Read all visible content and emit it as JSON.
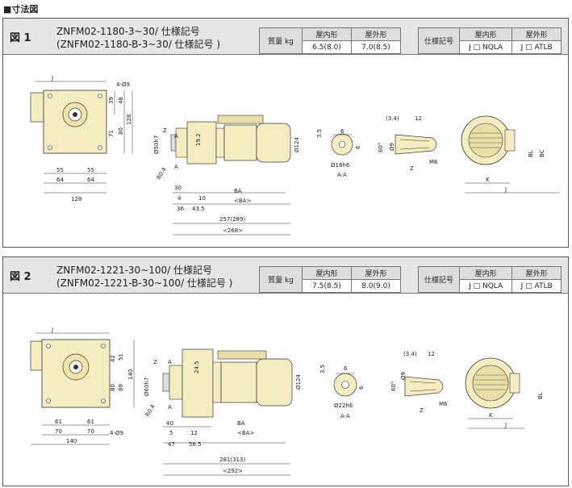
{
  "page_title": "■寸法図",
  "common": {
    "mass_label": "質量 kg",
    "indoor_label": "屋内形",
    "outdoor_label": "屋外形",
    "spec_label": "仕様記号",
    "indoor_code": "J □ NQLA",
    "outdoor_code": "J □ ATLB",
    "section_aa": "A-A",
    "label_a": "A",
    "label_z": "Z"
  },
  "figures": [
    {
      "label": "図 1",
      "model_line1": "ZNFM02-1180-3~30/ 仕様記号",
      "model_line2": "(ZNFM02-1180-B-3~30/ 仕様記号 )",
      "mass_indoor": "6.5(8.0)",
      "mass_outdoor": "7.0(8.5)",
      "dims": {
        "j": "J",
        "hole": "4-Ø9",
        "d39": "39",
        "d48": "48",
        "d128v": "128",
        "d71": "71",
        "d80": "80",
        "d55a": "55",
        "d55b": "55",
        "d64a": "64",
        "d64b": "64",
        "d128h": "128",
        "shaft": "Ø50h7",
        "d192": "19.2",
        "r": "R0.4",
        "d30": "30",
        "d4": "4",
        "d36": "36",
        "d10": "10",
        "d435": "43.5",
        "ba": "BA",
        "ba2": "<BA>",
        "dia124": "Ø124",
        "len1": "257(289)",
        "len2": "<268>",
        "k35": "3.5",
        "k6a": "6",
        "k6b": "6",
        "sh": "Ø18h6",
        "z34": "(3.4)",
        "z12": "12",
        "z60": "60°",
        "z9": "Ø9",
        "m6": "M6",
        "bl": "BL",
        "bc": "BC",
        "k": "K",
        "jj": "J"
      }
    },
    {
      "label": "図 2",
      "model_line1": "ZNFM02-1221-30~100/ 仕様記号",
      "model_line2": "(ZNFM02-1221-B-30~100/ 仕様記号 )",
      "mass_indoor": "7.5(8.5)",
      "mass_outdoor": "8.0(9.0)",
      "dims": {
        "j": "J",
        "hole": "4-Ø9",
        "d42": "42",
        "d51": "51",
        "d140v": "140",
        "d80": "80",
        "d89": "89",
        "d61a": "61",
        "d61b": "61",
        "d70a": "70",
        "d70b": "70",
        "d140h": "140",
        "shaft": "Ø60h7",
        "d245": "24.5",
        "r": "R0.4",
        "d40": "40",
        "d5": "5",
        "d47": "47",
        "d12": "12",
        "d585": "58.5",
        "ba": "BA",
        "ba2": "<BA>",
        "dia124": "Ø124",
        "len1": "281(313)",
        "len2": "<292>",
        "k35": "3.5",
        "k6a": "6",
        "k6b": "6",
        "sh": "Ø22h6",
        "z34": "(3.4)",
        "z12": "12",
        "z60": "60°",
        "z9": "Ø9",
        "m6": "M6",
        "bl": "BL",
        "k": "K",
        "jj": "J"
      }
    }
  ]
}
